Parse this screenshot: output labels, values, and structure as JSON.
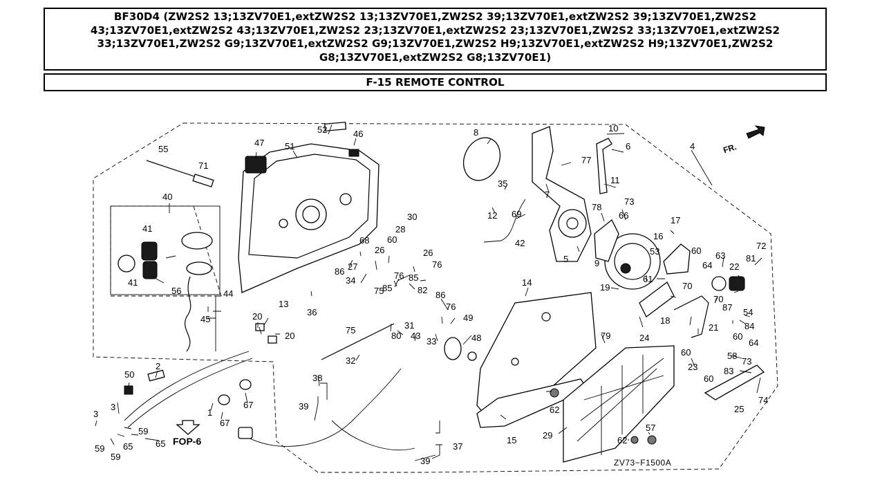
{
  "header": {
    "models": "BF30D4 (ZW2S2 13;13ZV70E1,extZW2S2 13;13ZV70E1,ZW2S2 39;13ZV70E1,extZW2S2 39;13ZV70E1,ZW2S2 43;13ZV70E1,extZW2S2 43;13ZV70E1,ZW2S2 23;13ZV70E1,extZW2S2 23;13ZV70E1,ZW2S2 33;13ZV70E1,extZW2S2 33;13ZV70E1,ZW2S2 G9;13ZV70E1,extZW2S2 G9;13ZV70E1,ZW2S2 H9;13ZV70E1,extZW2S2 H9;13ZV70E1,ZW2S2 G8;13ZV70E1,extZW2S2 G8;13ZV70E1)",
    "section": "F-15 REMOTE CONTROL"
  },
  "diagram": {
    "code": "ZV73−F1500A",
    "front_label": "FR.",
    "ref_label": "FOP-6",
    "callouts": [
      {
        "id": "c1",
        "label": "1"
      },
      {
        "id": "c2",
        "label": "2"
      },
      {
        "id": "c3a",
        "label": "3"
      },
      {
        "id": "c3b",
        "label": "3"
      },
      {
        "id": "c4",
        "label": "4"
      },
      {
        "id": "c5",
        "label": "5"
      },
      {
        "id": "c6",
        "label": "6"
      },
      {
        "id": "c7",
        "label": "7"
      },
      {
        "id": "c8",
        "label": "8"
      },
      {
        "id": "c9",
        "label": "9"
      },
      {
        "id": "c10",
        "label": "10"
      },
      {
        "id": "c11",
        "label": "11"
      },
      {
        "id": "c12",
        "label": "12"
      },
      {
        "id": "c13",
        "label": "13"
      },
      {
        "id": "c14",
        "label": "14"
      },
      {
        "id": "c15",
        "label": "15"
      },
      {
        "id": "c16",
        "label": "16"
      },
      {
        "id": "c17",
        "label": "17"
      },
      {
        "id": "c18",
        "label": "18"
      },
      {
        "id": "c19",
        "label": "19"
      },
      {
        "id": "c20a",
        "label": "20"
      },
      {
        "id": "c20b",
        "label": "20"
      },
      {
        "id": "c21",
        "label": "21"
      },
      {
        "id": "c22",
        "label": "22"
      },
      {
        "id": "c23",
        "label": "23"
      },
      {
        "id": "c24",
        "label": "24"
      },
      {
        "id": "c25",
        "label": "25"
      },
      {
        "id": "c26a",
        "label": "26"
      },
      {
        "id": "c26b",
        "label": "26"
      },
      {
        "id": "c27",
        "label": "27"
      },
      {
        "id": "c28",
        "label": "28"
      },
      {
        "id": "c29",
        "label": "29"
      },
      {
        "id": "c30",
        "label": "30"
      },
      {
        "id": "c31",
        "label": "31"
      },
      {
        "id": "c32",
        "label": "32"
      },
      {
        "id": "c33",
        "label": "33"
      },
      {
        "id": "c34",
        "label": "34"
      },
      {
        "id": "c35",
        "label": "35"
      },
      {
        "id": "c36",
        "label": "36"
      },
      {
        "id": "c37",
        "label": "37"
      },
      {
        "id": "c38",
        "label": "38"
      },
      {
        "id": "c39a",
        "label": "39"
      },
      {
        "id": "c39b",
        "label": "39"
      },
      {
        "id": "c40",
        "label": "40"
      },
      {
        "id": "c41a",
        "label": "41"
      },
      {
        "id": "c41b",
        "label": "41"
      },
      {
        "id": "c42",
        "label": "42"
      },
      {
        "id": "c43",
        "label": "43"
      },
      {
        "id": "c44",
        "label": "44"
      },
      {
        "id": "c45",
        "label": "45"
      },
      {
        "id": "c46",
        "label": "46"
      },
      {
        "id": "c47",
        "label": "47"
      },
      {
        "id": "c48",
        "label": "48"
      },
      {
        "id": "c49",
        "label": "49"
      },
      {
        "id": "c50",
        "label": "50"
      },
      {
        "id": "c51",
        "label": "51"
      },
      {
        "id": "c52",
        "label": "52"
      },
      {
        "id": "c53",
        "label": "53"
      },
      {
        "id": "c54",
        "label": "54"
      },
      {
        "id": "c55",
        "label": "55"
      },
      {
        "id": "c56",
        "label": "56"
      },
      {
        "id": "c57",
        "label": "57"
      },
      {
        "id": "c58",
        "label": "58"
      },
      {
        "id": "c59a",
        "label": "59"
      },
      {
        "id": "c59b",
        "label": "59"
      },
      {
        "id": "c59c",
        "label": "59"
      },
      {
        "id": "c60a",
        "label": "60"
      },
      {
        "id": "c60b",
        "label": "60"
      },
      {
        "id": "c60c",
        "label": "60"
      },
      {
        "id": "c60d",
        "label": "60"
      },
      {
        "id": "c60e",
        "label": "60"
      },
      {
        "id": "c61",
        "label": "61"
      },
      {
        "id": "c62a",
        "label": "62"
      },
      {
        "id": "c62b",
        "label": "62"
      },
      {
        "id": "c63",
        "label": "63"
      },
      {
        "id": "c64a",
        "label": "64"
      },
      {
        "id": "c64b",
        "label": "64"
      },
      {
        "id": "c65a",
        "label": "65"
      },
      {
        "id": "c65b",
        "label": "65"
      },
      {
        "id": "c66",
        "label": "66"
      },
      {
        "id": "c67a",
        "label": "67"
      },
      {
        "id": "c67b",
        "label": "67"
      },
      {
        "id": "c68",
        "label": "68"
      },
      {
        "id": "c69",
        "label": "69"
      },
      {
        "id": "c70a",
        "label": "70"
      },
      {
        "id": "c70b",
        "label": "70"
      },
      {
        "id": "c71",
        "label": "71"
      },
      {
        "id": "c72",
        "label": "72"
      },
      {
        "id": "c73a",
        "label": "73"
      },
      {
        "id": "c73b",
        "label": "73"
      },
      {
        "id": "c74",
        "label": "74"
      },
      {
        "id": "c75a",
        "label": "75"
      },
      {
        "id": "c75b",
        "label": "75"
      },
      {
        "id": "c76a",
        "label": "76"
      },
      {
        "id": "c76b",
        "label": "76"
      },
      {
        "id": "c76c",
        "label": "76"
      },
      {
        "id": "c77",
        "label": "77"
      },
      {
        "id": "c78",
        "label": "78"
      },
      {
        "id": "c79",
        "label": "79"
      },
      {
        "id": "c80",
        "label": "80"
      },
      {
        "id": "c81",
        "label": "81"
      },
      {
        "id": "c82",
        "label": "82"
      },
      {
        "id": "c83",
        "label": "83"
      },
      {
        "id": "c84",
        "label": "84"
      },
      {
        "id": "c85a",
        "label": "85"
      },
      {
        "id": "c85b",
        "label": "85"
      },
      {
        "id": "c86a",
        "label": "86"
      },
      {
        "id": "c86b",
        "label": "86"
      },
      {
        "id": "c87",
        "label": "87"
      }
    ]
  }
}
